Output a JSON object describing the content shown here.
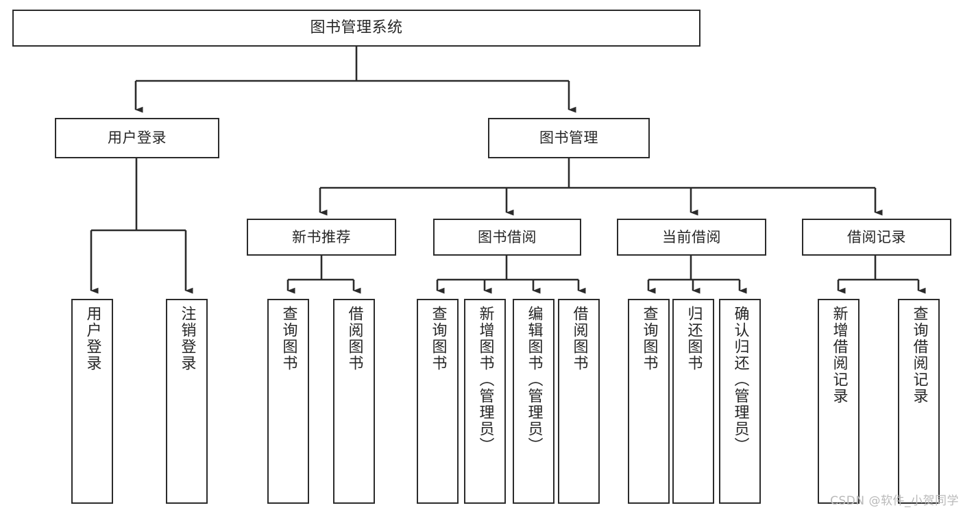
{
  "diagram": {
    "title": "图书管理系统",
    "type": "tree",
    "watermark": "CSDN @软件_小贺同学",
    "colors": {
      "background": "#ffffff",
      "box_border": "#2b2b2b",
      "box_fill": "#ffffff",
      "text": "#262626",
      "edge": "#2b2b2b",
      "watermark": "#b9b9b9"
    },
    "levels": {
      "root": {
        "label": "图书管理系统"
      },
      "level2": [
        {
          "label": "用户登录"
        },
        {
          "label": "图书管理"
        }
      ],
      "level3": [
        {
          "label": "新书推荐"
        },
        {
          "label": "图书借阅"
        },
        {
          "label": "当前借阅"
        },
        {
          "label": "借阅记录"
        }
      ],
      "leaves": {
        "user_login": [
          {
            "label": "用户登录"
          },
          {
            "label": "注销登录"
          }
        ],
        "new_book_recommend": [
          {
            "label": "查询图书"
          },
          {
            "label": "借阅图书"
          }
        ],
        "book_borrow": [
          {
            "label": "查询图书"
          },
          {
            "label": "新增图书（管理员）"
          },
          {
            "label": "编辑图书（管理员）"
          },
          {
            "label": "借阅图书"
          }
        ],
        "current_borrow": [
          {
            "label": "查询图书"
          },
          {
            "label": "归还图书"
          },
          {
            "label": "确认归还（管理员）"
          }
        ],
        "borrow_record": [
          {
            "label": "新增借阅记录"
          },
          {
            "label": "查询借阅记录"
          }
        ]
      }
    }
  }
}
